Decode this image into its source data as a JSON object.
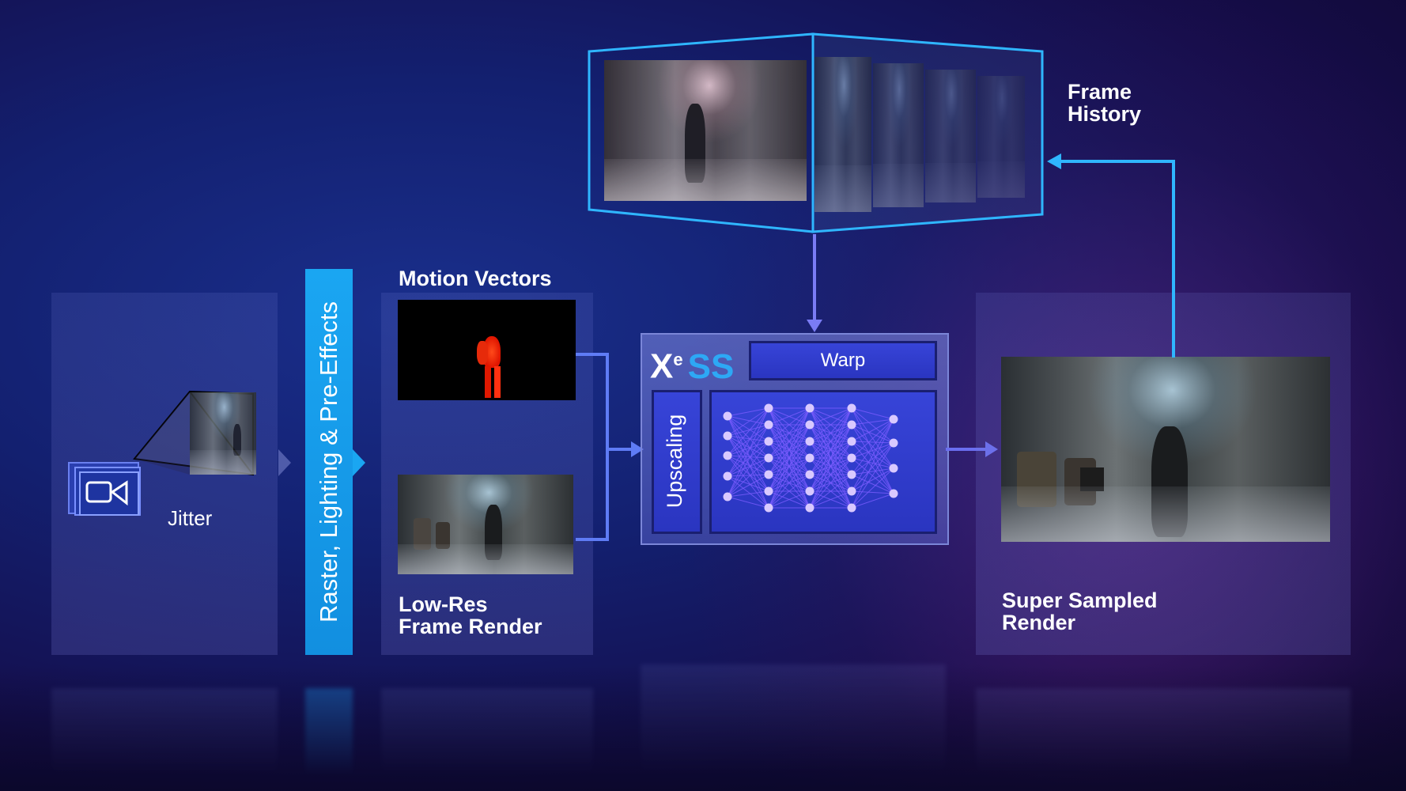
{
  "labels": {
    "jitter": "Jitter",
    "raster": "Raster, Lighting & Pre-Effects",
    "motion_vectors": "Motion Vectors",
    "low_res": "Low-Res\nFrame Render",
    "xess_xe": "X",
    "xess_e": "e",
    "xess_ss": "SS",
    "warp": "Warp",
    "upscaling": "Upscaling",
    "super_sampled": "Super Sampled\nRender",
    "frame_history": "Frame\nHistory"
  },
  "icons": {
    "camera": "camera-icon",
    "network": "neural-network-icon"
  },
  "colors": {
    "accent_blue": "#1ea0ee",
    "arrow_blue": "#4aa8f5",
    "node": "#d9c9ff",
    "net_line": "#7a5cff"
  }
}
